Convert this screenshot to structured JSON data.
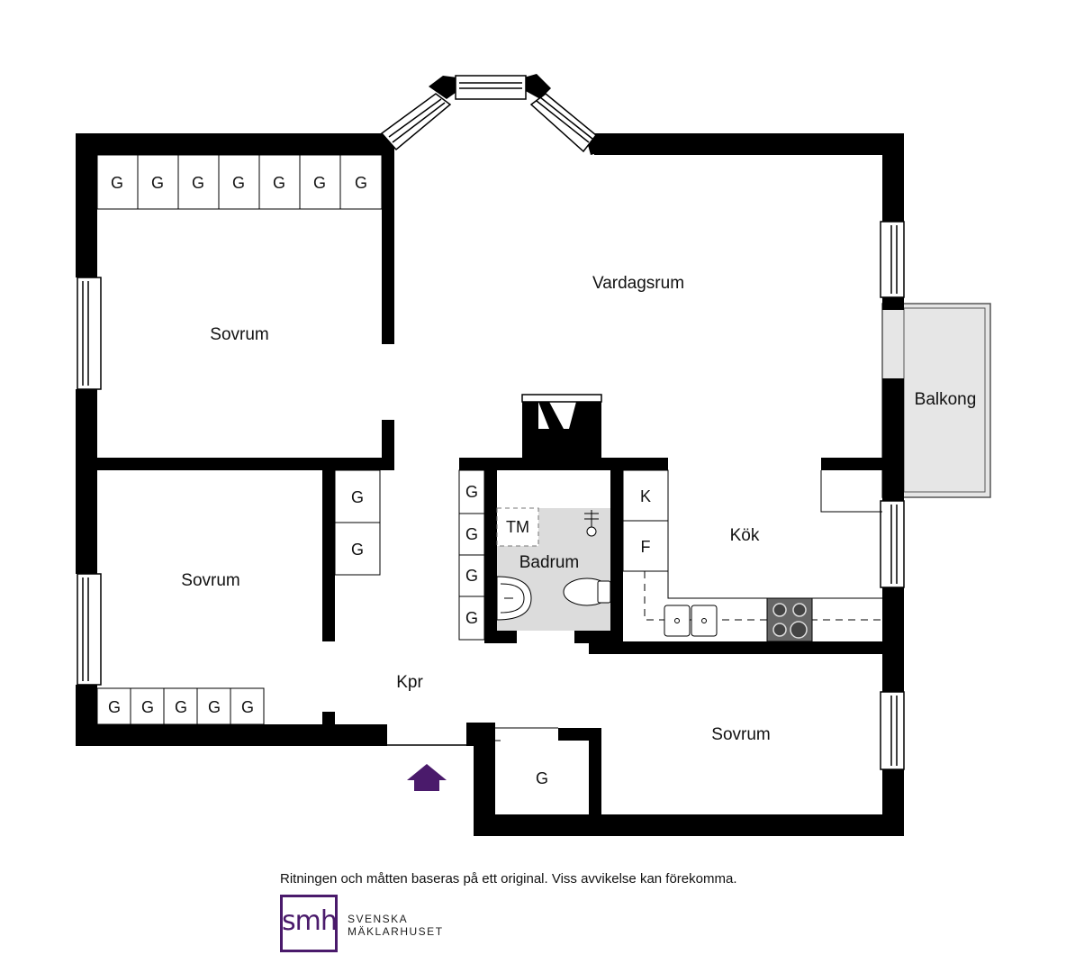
{
  "rooms": {
    "sovrum_top": "Sovrum",
    "vardagsrum": "Vardagsrum",
    "balkong": "Balkong",
    "sovrum_mid": "Sovrum",
    "badrum": "Badrum",
    "tm": "TM",
    "kok": "Kök",
    "kpr": "Kpr",
    "sovrum_bottom": "Sovrum"
  },
  "storage": {
    "top_row": [
      "G",
      "G",
      "G",
      "G",
      "G",
      "G",
      "G"
    ],
    "bottom_left_row": [
      "G",
      "G",
      "G",
      "G",
      "G"
    ],
    "hall_column": [
      "G",
      "G"
    ],
    "bath_column": [
      "G",
      "G",
      "G",
      "G"
    ],
    "kitchen_k": "K",
    "kitchen_f": "F",
    "closet": "G"
  },
  "footer": {
    "disclaimer": "Ritningen och måtten baseras på ett original. Viss avvikelse kan förekomma.",
    "logo_mark": "smh",
    "logo_line1": "SVENSKA",
    "logo_line2": "MÄKLARHUSET"
  },
  "colors": {
    "wall": "#000000",
    "bathroom_floor": "#dcdcdc",
    "balcony_floor": "#e6e6e6",
    "entrance_arrow": "#4a1a6b",
    "logo": "#4a1a6b"
  },
  "icons": [
    "entrance-arrow-icon",
    "toilet-icon",
    "sink-icon",
    "shower-icon",
    "stove-icon",
    "kitchen-sink-icon"
  ]
}
